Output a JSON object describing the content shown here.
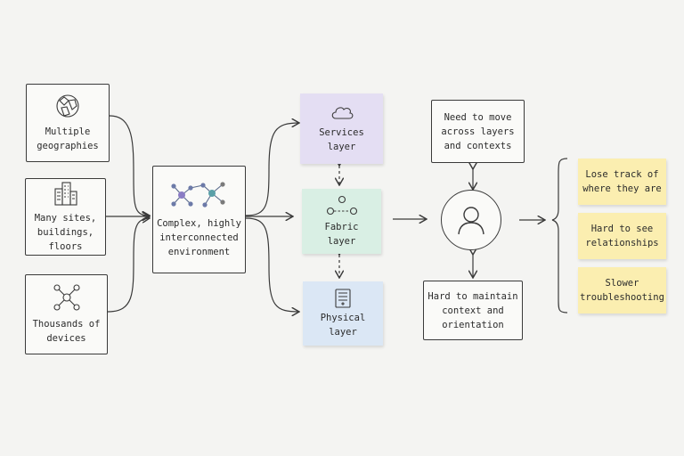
{
  "inputs": [
    {
      "label": "Multiple\ngeographies",
      "icon": "globe-icon"
    },
    {
      "label": "Many sites,\nbuildings, floors",
      "icon": "building-icon"
    },
    {
      "label": "Thousands of\ndevices",
      "icon": "network-icon"
    }
  ],
  "environment": {
    "label": "Complex, highly\ninterconnected\nenvironment",
    "icon": "interconnected-nodes-icon"
  },
  "layers": [
    {
      "label": "Services\nlayer",
      "icon": "cloud-icon",
      "color": "#e4def3"
    },
    {
      "label": "Fabric\nlayer",
      "icon": "fabric-icon",
      "color": "#d9efe4"
    },
    {
      "label": "Physical\nlayer",
      "icon": "device-icon",
      "color": "#dbe7f5"
    }
  ],
  "user": {
    "icon": "user-icon"
  },
  "needs": {
    "top": "Need to move\nacross layers\nand contexts",
    "bottom": "Hard to maintain\ncontext and\norientation"
  },
  "outcomes": [
    {
      "label": "Lose track of\nwhere they are"
    },
    {
      "label": "Hard to see\nrelationships"
    },
    {
      "label": "Slower\ntroubleshooting"
    }
  ],
  "colors": {
    "outcome": "#fbeeb0",
    "stroke": "#3a3a3a"
  }
}
